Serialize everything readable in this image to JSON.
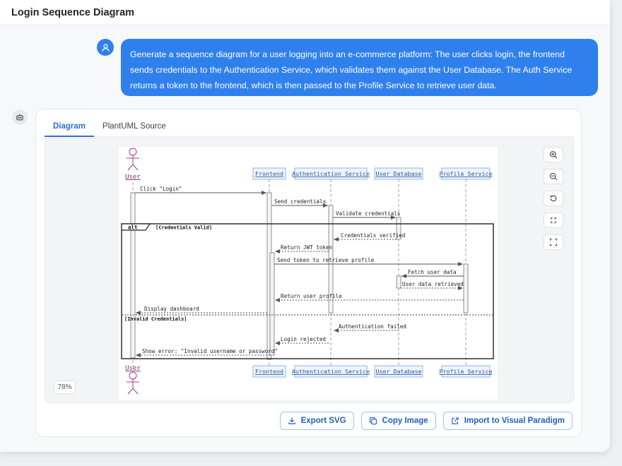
{
  "header": {
    "title": "Login Sequence Diagram"
  },
  "message": {
    "text": "Generate a sequence diagram for a user logging into an e-commerce platform: The user clicks login, the frontend sends credentials to the Authentication Service, which validates them against the User Database. The Auth Service returns a token to the frontend, which is then passed to the Profile Service to retrieve user data."
  },
  "tabs": [
    {
      "label": "Diagram",
      "active": true
    },
    {
      "label": "PlantUML Source",
      "active": false
    }
  ],
  "diagram": {
    "participants": {
      "user": "User",
      "frontend": "Frontend",
      "auth": "Authentication Service",
      "db": "User Database",
      "profile": "Profile Service"
    },
    "messages": {
      "m1": "Click \"Login\"",
      "m2": "Send credentials",
      "m3": "Validate credentials",
      "m4": "Credentials verified",
      "m5": "Return JWT token",
      "m6": "Send token to retrieve profile",
      "m7": "Fetch user data",
      "m8": "User data retrieved",
      "m9": "Return user profile",
      "m10": "Display dashboard",
      "m11": "Authentication failed",
      "m12": "Login rejected",
      "m13": "Show error: \"Invalid username or password\""
    },
    "fragment": {
      "keyword": "alt",
      "guard1": "[Credentials Valid]",
      "guard2": "[Invalid Credentials]"
    }
  },
  "zoom": {
    "level": "78%"
  },
  "actions": {
    "export_svg": "Export SVG",
    "copy_image": "Copy Image",
    "import_vp": "Import to Visual Paradigm"
  },
  "icons": {
    "user_avatar": "user-icon",
    "bot_avatar": "bot-icon",
    "zoom_in": "zoom-in-icon",
    "zoom_out": "zoom-out-icon",
    "reset": "reset-icon",
    "fit": "fit-icon",
    "fullscreen": "fullscreen-icon"
  },
  "colors": {
    "accent": "#2f80ed",
    "actor": "#a03c8f",
    "participant_bg": "#eef4fb"
  }
}
